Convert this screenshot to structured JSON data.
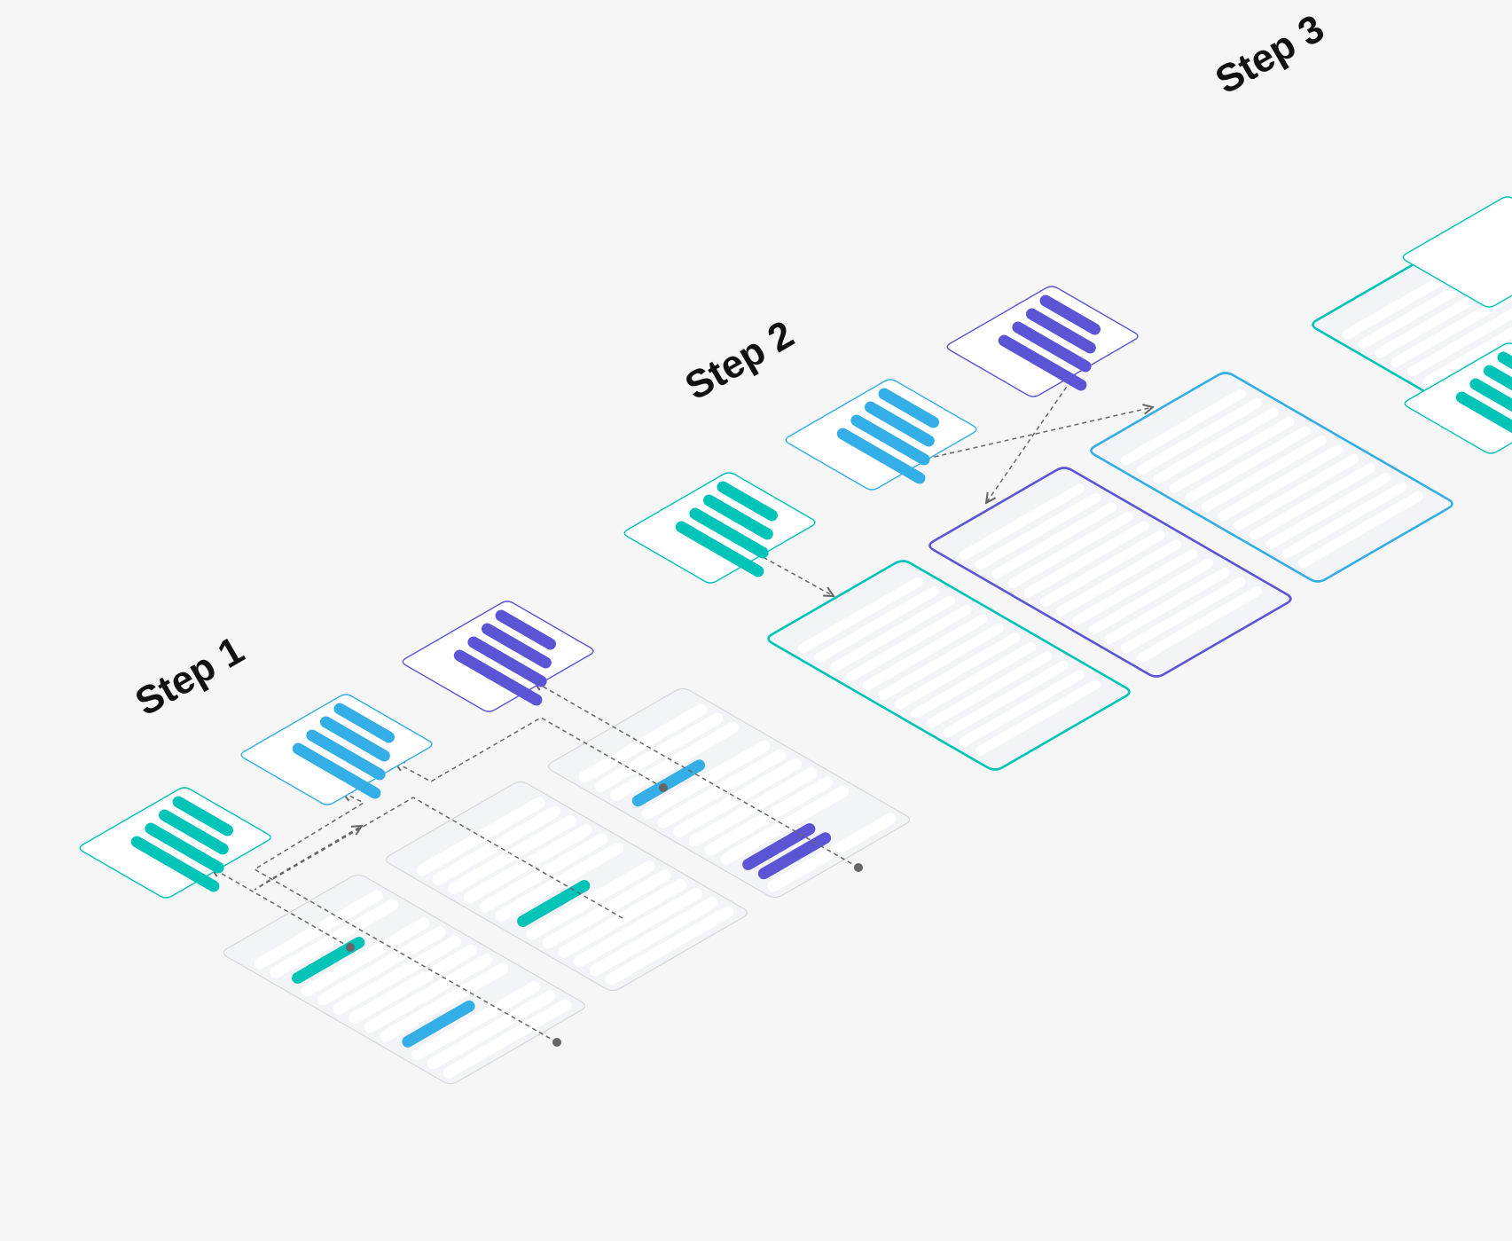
{
  "steps": [
    {
      "label": "Step 1"
    },
    {
      "label": "Step 2"
    },
    {
      "label": "Step 3"
    }
  ],
  "colors": {
    "background": "#f6f6f6",
    "teal": "#00c4b8",
    "blue": "#33aee6",
    "indigo": "#5b55d6",
    "panel_fill": "#f3f4f8",
    "panel_border": "#d6d6d9",
    "row_fill": "#ffffff",
    "connector": "#666666"
  },
  "step1": {
    "cards": [
      "teal",
      "blue",
      "indigo"
    ],
    "tables": [
      {
        "rows": 13,
        "highlights": [
          {
            "row": 2,
            "color": "teal"
          },
          {
            "row": 9,
            "color": "blue"
          }
        ]
      },
      {
        "rows": 13,
        "highlights": [
          {
            "row": 6,
            "color": "teal"
          }
        ]
      },
      {
        "rows": 13,
        "highlights": [
          {
            "row": 3,
            "color": "blue"
          },
          {
            "row": 10,
            "color": "indigo"
          },
          {
            "row": 11,
            "color": "indigo"
          }
        ]
      }
    ]
  },
  "step2": {
    "cards": [
      "teal",
      "blue",
      "indigo"
    ],
    "panels": [
      "teal",
      "indigo",
      "blue"
    ]
  },
  "step3": {
    "panels": [
      "teal"
    ],
    "cards": [
      "teal"
    ]
  }
}
